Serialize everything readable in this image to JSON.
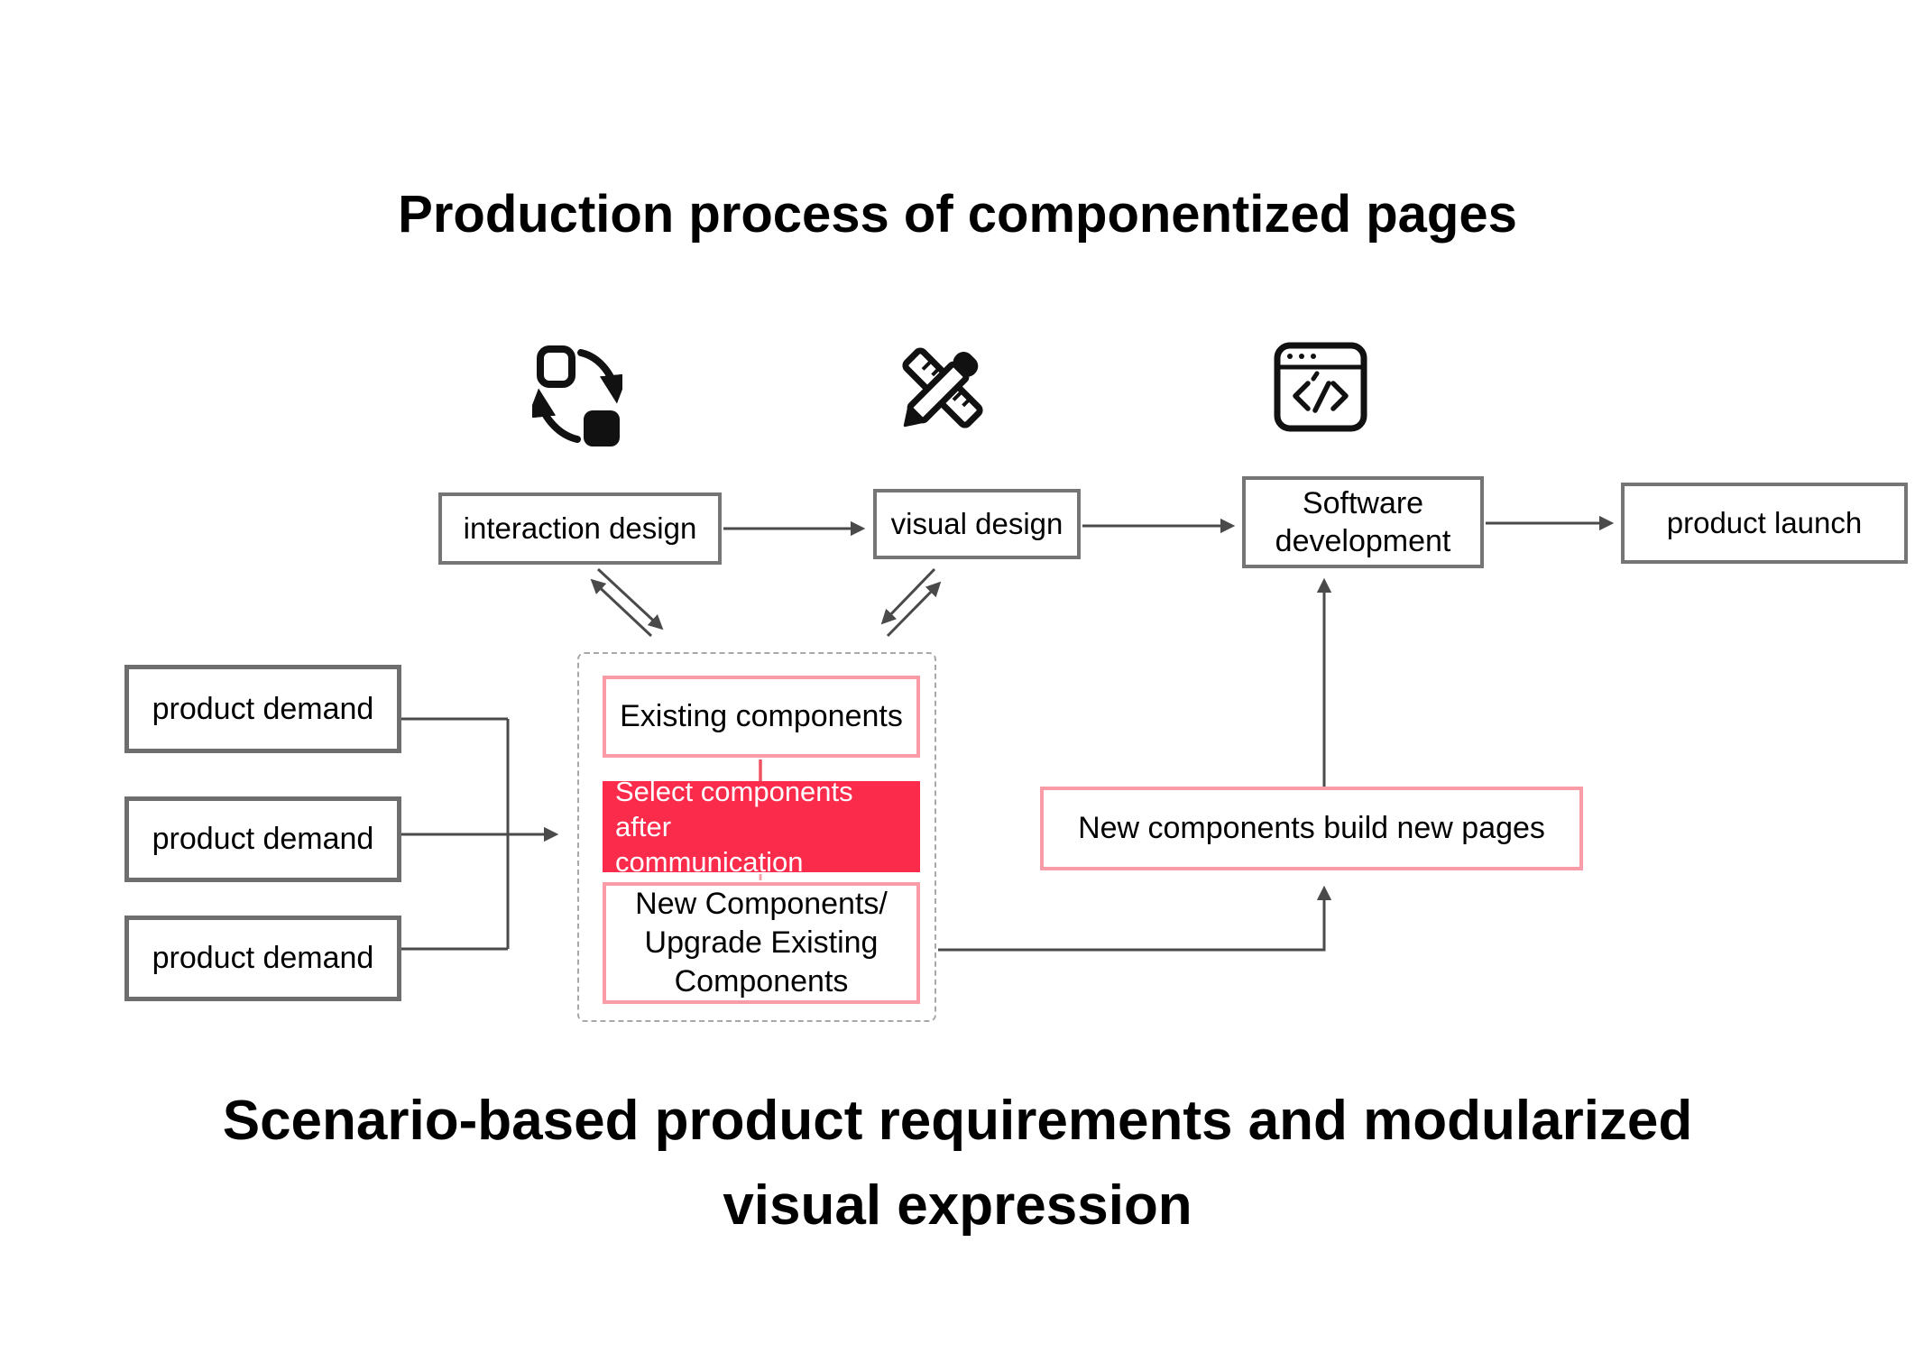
{
  "titles": {
    "top": "Production process of componentized pages",
    "bottom_line1": "Scenario-based product requirements and modularized",
    "bottom_line2": "visual expression"
  },
  "flow_boxes": {
    "interaction_design": "interaction design",
    "visual_design": "visual design",
    "software_development_line1": "Software",
    "software_development_line2": "development",
    "product_launch": "product launch"
  },
  "demand_boxes": [
    "product demand",
    "product demand",
    "product demand"
  ],
  "component_panel": {
    "existing": "Existing components",
    "select_line1": "Select components after",
    "select_line2": "communication",
    "new_line1": "New Components/",
    "new_line2": "Upgrade Existing",
    "new_line3": "Components"
  },
  "new_pages_box": "New components build new pages",
  "icons": [
    "component-sync-icon",
    "ruler-pencil-icon",
    "code-window-icon"
  ],
  "colors": {
    "accent_red": "#fb2b4b",
    "accent_pink_border": "#f99ca8",
    "red_connector": "#ee5261",
    "box_border_gray": "#757575",
    "demand_border_gray": "#6e6e6e",
    "dashed_border_gray": "#a8a8a8",
    "line_gray": "#4a4a4a",
    "icon_black": "#111111"
  }
}
